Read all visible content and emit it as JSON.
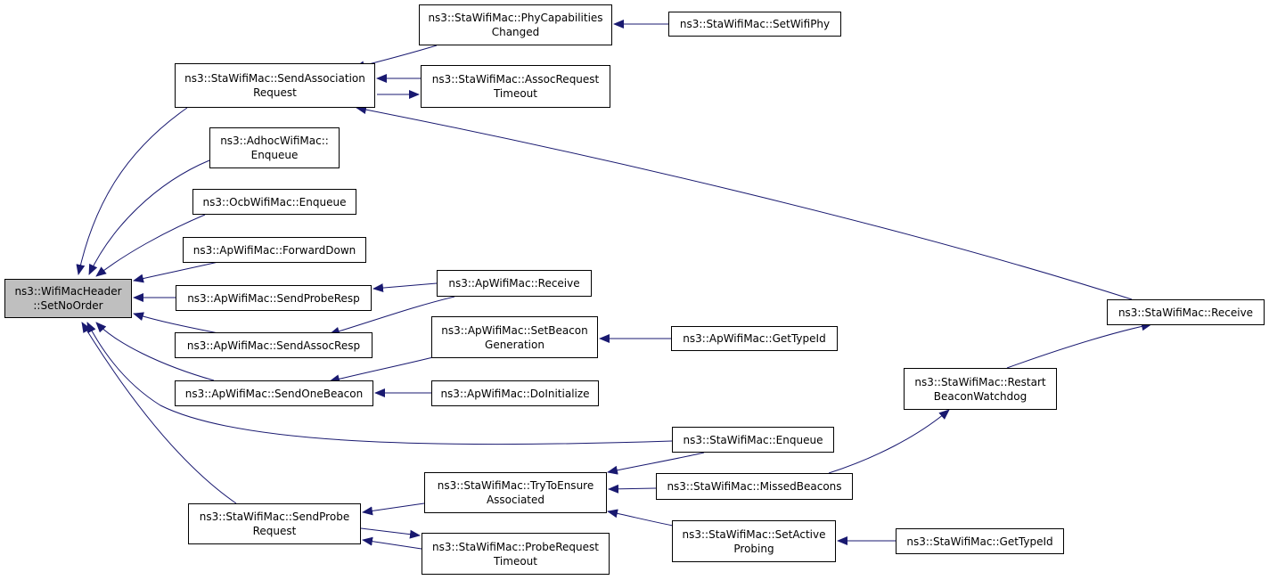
{
  "nodes": {
    "root": "ns3::WifiMacHeader\n::SetNoOrder",
    "sta_send_assoc_req": "ns3::StaWifiMac::SendAssociation\nRequest",
    "sta_phy_cap_changed": "ns3::StaWifiMac::PhyCapabilities\nChanged",
    "sta_set_wifi_phy": "ns3::StaWifiMac::SetWifiPhy",
    "sta_assoc_req_timeout": "ns3::StaWifiMac::AssocRequest\nTimeout",
    "adhoc_enqueue": "ns3::AdhocWifiMac::\nEnqueue",
    "ocb_enqueue": "ns3::OcbWifiMac::Enqueue",
    "ap_forward_down": "ns3::ApWifiMac::ForwardDown",
    "ap_send_probe_resp": "ns3::ApWifiMac::SendProbeResp",
    "ap_receive": "ns3::ApWifiMac::Receive",
    "ap_send_assoc_resp": "ns3::ApWifiMac::SendAssocResp",
    "ap_set_beacon_gen": "ns3::ApWifiMac::SetBeacon\nGeneration",
    "ap_get_type_id": "ns3::ApWifiMac::GetTypeId",
    "ap_send_one_beacon": "ns3::ApWifiMac::SendOneBeacon",
    "ap_do_initialize": "ns3::ApWifiMac::DoInitialize",
    "sta_receive": "ns3::StaWifiMac::Receive",
    "sta_restart_beacon_wd": "ns3::StaWifiMac::Restart\nBeaconWatchdog",
    "sta_enqueue": "ns3::StaWifiMac::Enqueue",
    "sta_try_to_ensure": "ns3::StaWifiMac::TryToEnsure\nAssociated",
    "sta_missed_beacons": "ns3::StaWifiMac::MissedBeacons",
    "sta_send_probe_req": "ns3::StaWifiMac::SendProbe\nRequest",
    "sta_probe_req_timeout": "ns3::StaWifiMac::ProbeRequest\nTimeout",
    "sta_set_active_probing": "ns3::StaWifiMac::SetActive\nProbing",
    "sta_get_type_id": "ns3::StaWifiMac::GetTypeId"
  },
  "edge_color": "#191970",
  "root_fill": "#bfbfbf"
}
